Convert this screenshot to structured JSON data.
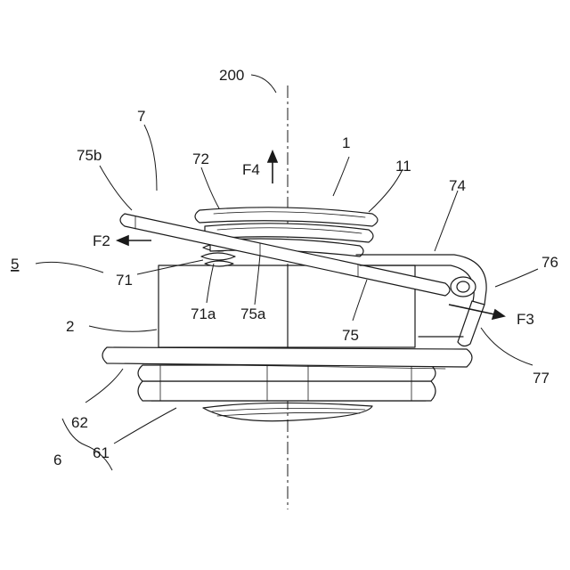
{
  "labels": {
    "axis": "200",
    "coil_1": "1",
    "spring_7": "7",
    "end_75b": "75b",
    "part_72": "72",
    "force_f4": "F4",
    "part_11": "11",
    "part_74": "74",
    "force_f2": "F2",
    "ref_5": "5",
    "part_71": "71",
    "part_76": "76",
    "part_71a": "71a",
    "part_75a": "75a",
    "force_f3": "F3",
    "ref_2": "2",
    "part_75": "75",
    "part_77": "77",
    "part_62": "62",
    "ref_6": "6",
    "part_61": "61"
  },
  "icons": {
    "arrow_f2": "arrow-left",
    "arrow_f3": "arrow-right",
    "arrow_f4": "arrow-up"
  }
}
